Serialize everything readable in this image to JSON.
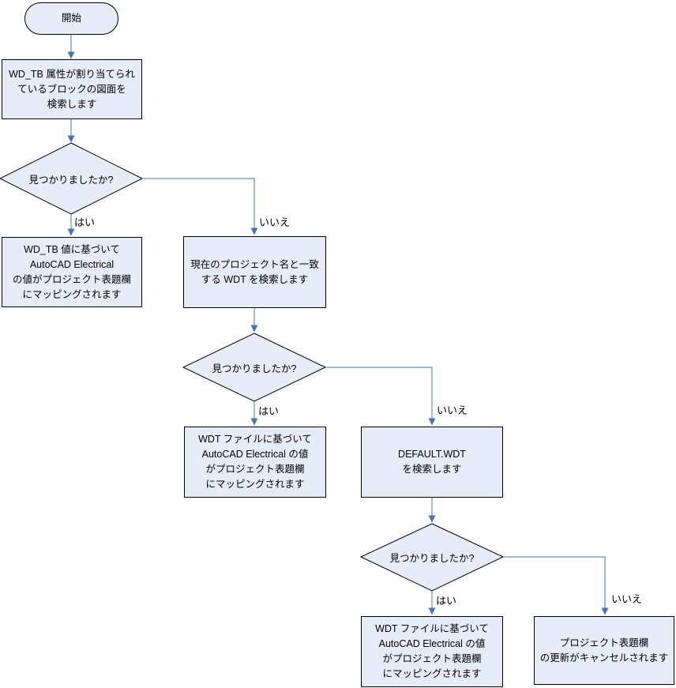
{
  "diagram": {
    "type": "flowchart",
    "language": "ja",
    "colors": {
      "node_fill": "#E7EDF8",
      "node_border": "#000000",
      "connector": "#4676B9",
      "text": "#000000",
      "background": "#FFFFFF"
    },
    "nodes": {
      "start": {
        "label": "開始"
      },
      "search_wdtb_block": {
        "lines": [
          "WD_TB 属性が割り当てられ",
          "ているブロックの図面を",
          "検索します"
        ]
      },
      "map_wdtb_value": {
        "lines": [
          "WD_TB 値に基づいて",
          "AutoCAD Electrical",
          "の値がプロジェクト表題欄",
          "にマッピングされます"
        ]
      },
      "search_wdt_by_project": {
        "lines": [
          "現在のプロジェクト名と一致",
          "する WDT を検索します"
        ]
      },
      "map_wdt_file_1": {
        "lines": [
          "WDT ファイルに基づいて",
          "AutoCAD Electrical の値",
          "がプロジェクト表題欄",
          "にマッピングされます"
        ]
      },
      "search_default_wdt": {
        "lines": [
          "DEFAULT.WDT",
          "を検索します"
        ]
      },
      "map_wdt_file_2": {
        "lines": [
          "WDT ファイルに基づいて",
          "AutoCAD Electrical の値",
          "がプロジェクト表題欄",
          "にマッピングされます"
        ]
      },
      "cancel_update": {
        "lines": [
          "プロジェクト表題欄",
          "の更新がキャンセルされます"
        ]
      }
    },
    "decisions": {
      "found": "見つかりましたか?"
    },
    "edge_labels": {
      "yes": "はい",
      "no": "いいえ"
    }
  }
}
